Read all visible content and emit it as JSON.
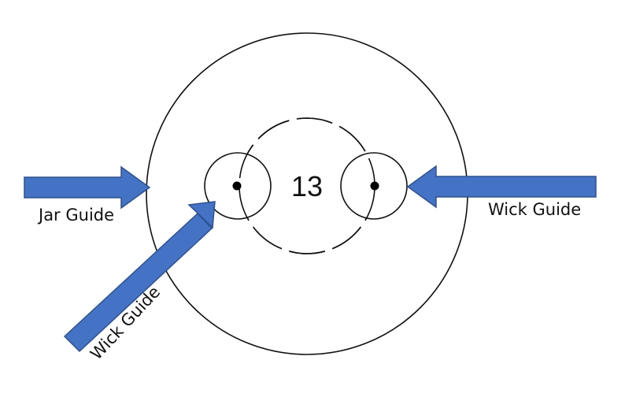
{
  "diagram": {
    "center_number": "13",
    "labels": {
      "jar_guide": "Jar Guide",
      "wick_guide_right": "Wick Guide",
      "wick_guide_diagonal": "Wick Guide"
    },
    "colors": {
      "arrow_fill": "#4472C4",
      "arrow_stroke": "#2F528F",
      "line": "#111111",
      "background": "#ffffff"
    }
  }
}
